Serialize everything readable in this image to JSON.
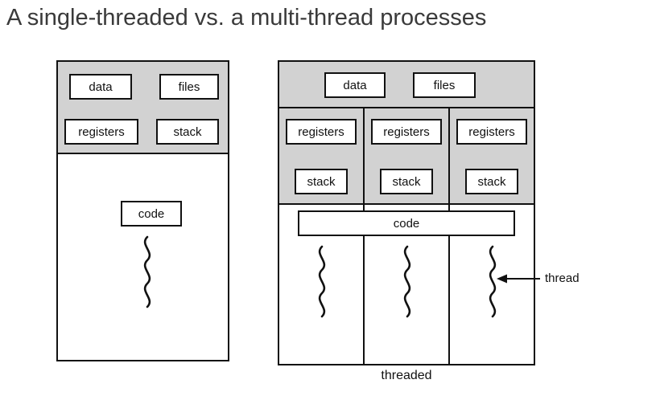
{
  "title": "A single-threaded vs. a multi-thread processes",
  "colors": {
    "header_fill": "#d2d2d2",
    "line": "#111111",
    "title_text": "#3a3a3a",
    "background": "#ffffff"
  },
  "single_process": {
    "data_label": "data",
    "files_label": "files",
    "registers_label": "registers",
    "stack_label": "stack",
    "code_label": "code",
    "thread_icon": "squiggle-thread-icon"
  },
  "multi_process": {
    "data_label": "data",
    "files_label": "files",
    "registers_labels": [
      "registers",
      "registers",
      "registers"
    ],
    "stack_labels": [
      "stack",
      "stack",
      "stack"
    ],
    "code_label": "code",
    "thread_icons": [
      "squiggle-thread-icon",
      "squiggle-thread-icon",
      "squiggle-thread-icon"
    ],
    "thread_annotation": "thread",
    "caption": "threaded"
  }
}
